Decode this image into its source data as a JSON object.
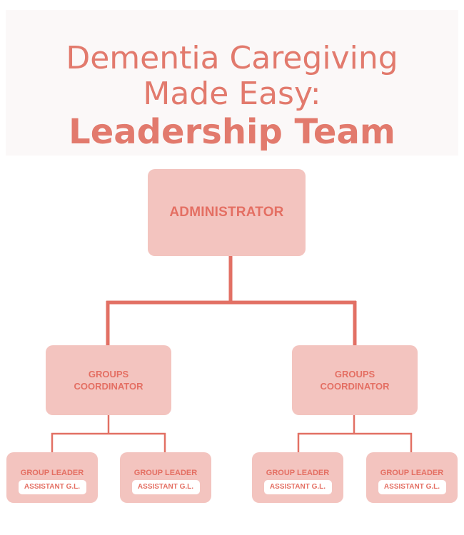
{
  "title": {
    "line1": "Dementia Caregiving",
    "line2": "Made Easy:",
    "line3": "Leadership Team"
  },
  "colors": {
    "accent": "#e46f63",
    "box_fill": "#f3c4bf",
    "connector": "#e27064",
    "title_panel": "#fbf8f8"
  },
  "org": {
    "administrator": "ADMINISTRATOR",
    "coordinators": [
      {
        "line1": "GROUPS",
        "line2": "COORDINATOR",
        "leaders": [
          {
            "label": "GROUP LEADER",
            "assistant": "ASSISTANT G.L."
          },
          {
            "label": "GROUP LEADER",
            "assistant": "ASSISTANT G.L."
          }
        ]
      },
      {
        "line1": "GROUPS",
        "line2": "COORDINATOR",
        "leaders": [
          {
            "label": "GROUP LEADER",
            "assistant": "ASSISTANT G.L."
          },
          {
            "label": "GROUP LEADER",
            "assistant": "ASSISTANT G.L."
          }
        ]
      }
    ]
  }
}
